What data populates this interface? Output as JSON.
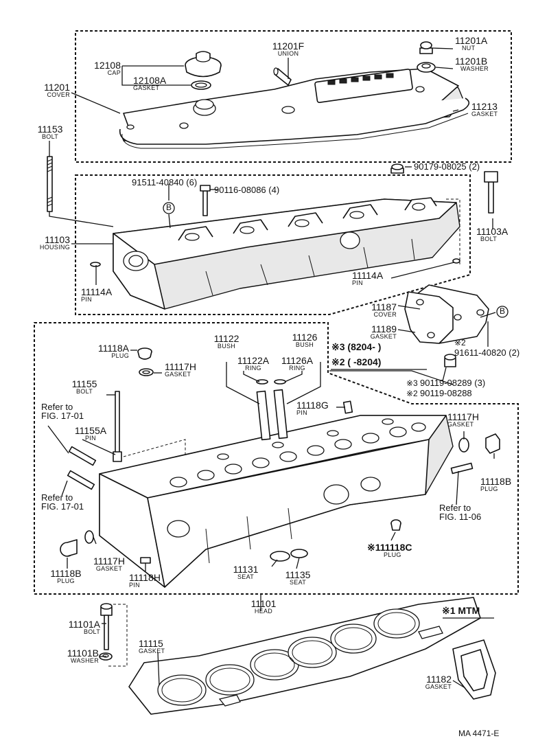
{
  "parts": {
    "cover_11201": {
      "num": "11201",
      "name": "COVER"
    },
    "nut_11201A": {
      "num": "11201A",
      "name": "NUT"
    },
    "union_11201F": {
      "num": "11201F",
      "name": "UNION"
    },
    "washer_11201B": {
      "num": "11201B",
      "name": "WASHER"
    },
    "cap_12108": {
      "num": "12108",
      "name": "CAP"
    },
    "gasket_12108A": {
      "num": "12108A",
      "name": "GASKET"
    },
    "gasket_11213": {
      "num": "11213",
      "name": "GASKET"
    },
    "bolt_11153": {
      "num": "11153",
      "name": "BOLT"
    },
    "bolt_90179": {
      "num": "90179-08025 (2)"
    },
    "bolt_91511": {
      "num": "91511-40840 (6)"
    },
    "bolt_90116": {
      "num": "90116-08086 (4)"
    },
    "housing_11103": {
      "num": "11103",
      "name": "HOUSING"
    },
    "bolt_11103A": {
      "num": "11103A",
      "name": "BOLT"
    },
    "pin_11114A_left": {
      "num": "11114A",
      "name": "PIN"
    },
    "pin_11114A_right": {
      "num": "11114A",
      "name": "PIN"
    },
    "cover_11187": {
      "num": "11187",
      "name": "COVER"
    },
    "gasket_11189": {
      "num": "11189",
      "name": "GASKET"
    },
    "bolt_91611": {
      "num": "91611-40820 (2)"
    },
    "bolt_90119_3": {
      "num": "90119-08289 (3)"
    },
    "bolt_90119_2": {
      "num": "90119-08288"
    },
    "plug_11118A": {
      "num": "11118A",
      "name": "PLUG"
    },
    "gasket_11117H_top": {
      "num": "11117H",
      "name": "GASKET"
    },
    "bush_11122": {
      "num": "11122",
      "name": "BUSH"
    },
    "bush_11126": {
      "num": "11126",
      "name": "BUSH"
    },
    "ring_11122A": {
      "num": "11122A",
      "name": "RING"
    },
    "ring_11126A": {
      "num": "11126A",
      "name": "RING"
    },
    "bolt_11155": {
      "num": "11155",
      "name": "BOLT"
    },
    "pin_11155A": {
      "num": "11155A",
      "name": "PIN"
    },
    "pin_11118G": {
      "num": "11118G",
      "name": "PIN"
    },
    "gasket_11117H_right": {
      "num": "11117H",
      "name": "GASKET"
    },
    "plug_11118B_right": {
      "num": "11118B",
      "name": "PLUG"
    },
    "plug_11118B_left": {
      "num": "11118B",
      "name": "PLUG"
    },
    "gasket_11117H_left": {
      "num": "11117H",
      "name": "GASKET"
    },
    "pin_11118H": {
      "num": "11118H",
      "name": "PIN"
    },
    "seat_11131": {
      "num": "11131",
      "name": "SEAT"
    },
    "seat_11135": {
      "num": "11135",
      "name": "SEAT"
    },
    "plug_11118C": {
      "num": "※111118C",
      "name": "PLUG"
    },
    "head_11101": {
      "num": "11101",
      "name": "HEAD"
    },
    "bolt_11101A": {
      "num": "11101A",
      "name": "BOLT"
    },
    "washer_11101B": {
      "num": "11101B",
      "name": "WASHER"
    },
    "gasket_11115": {
      "num": "11115",
      "name": "GASKET"
    },
    "gasket_11182": {
      "num": "11182",
      "name": "GASKET"
    }
  },
  "notes": {
    "mark3_range": "※3 (8204-      )",
    "mark2_range": "※2 (      -8204)",
    "mark2_small": "※2",
    "mark3_small": "※3",
    "mark2_small_b": "※2",
    "mark1_mtm": "※1 MTM",
    "ref_left_top_1": "Refer to",
    "ref_left_top_2": "FIG. 17-01",
    "ref_left_bot_1": "Refer to",
    "ref_left_bot_2": "FIG. 17-01",
    "ref_right_1": "Refer to",
    "ref_right_2": "FIG. 11-06",
    "circle_b": "B",
    "circle_b2": "B",
    "footer_code": "MA 4471-E"
  }
}
